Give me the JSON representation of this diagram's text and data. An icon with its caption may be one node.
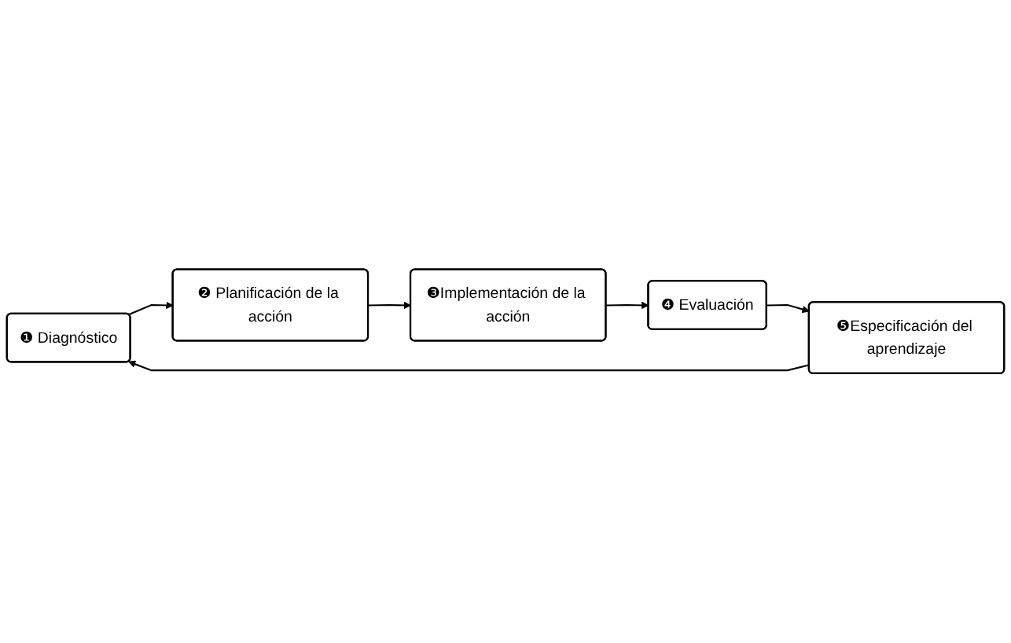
{
  "diagram": {
    "nodes": [
      {
        "text": [
          "❶ Diagnóstico"
        ]
      },
      {
        "text": [
          "❷ Planificación de la acción"
        ]
      },
      {
        "text": [
          "❸Implementación de la acción"
        ]
      },
      {
        "text": [
          "❹ Evaluación"
        ]
      },
      {
        "text": [
          "❺Especificación del aprendizaje"
        ]
      }
    ],
    "edges": [
      {
        "from": 0,
        "to": 1,
        "arrow": "to"
      },
      {
        "from": 1,
        "to": 2,
        "arrow": "to"
      },
      {
        "from": 2,
        "to": 3,
        "arrow": "to"
      },
      {
        "from": 3,
        "to": 4,
        "arrow": "to"
      },
      {
        "from": 4,
        "to": 0,
        "arrow": "to"
      }
    ]
  }
}
